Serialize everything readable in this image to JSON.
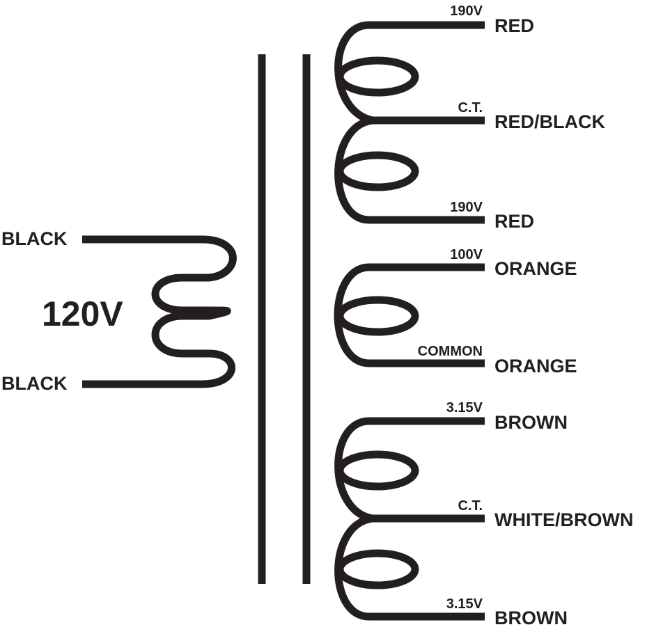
{
  "colors": {
    "ink": "#231f20",
    "background": "#ffffff"
  },
  "primary": {
    "voltage": "120V",
    "leads": [
      {
        "color_name": "BLACK"
      },
      {
        "color_name": "BLACK"
      }
    ]
  },
  "secondaries": [
    {
      "id": "high-voltage",
      "taps": [
        {
          "voltage": "190V",
          "color_name": "RED"
        },
        {
          "voltage": "C.T.",
          "color_name": "RED/BLACK"
        },
        {
          "voltage": "190V",
          "color_name": "RED"
        }
      ]
    },
    {
      "id": "bias",
      "taps": [
        {
          "voltage": "100V",
          "color_name": "ORANGE"
        },
        {
          "voltage": "COMMON",
          "color_name": "ORANGE"
        }
      ]
    },
    {
      "id": "filament",
      "taps": [
        {
          "voltage": "3.15V",
          "color_name": "BROWN"
        },
        {
          "voltage": "C.T.",
          "color_name": "WHITE/BROWN"
        },
        {
          "voltage": "3.15V",
          "color_name": "BROWN"
        }
      ]
    }
  ]
}
